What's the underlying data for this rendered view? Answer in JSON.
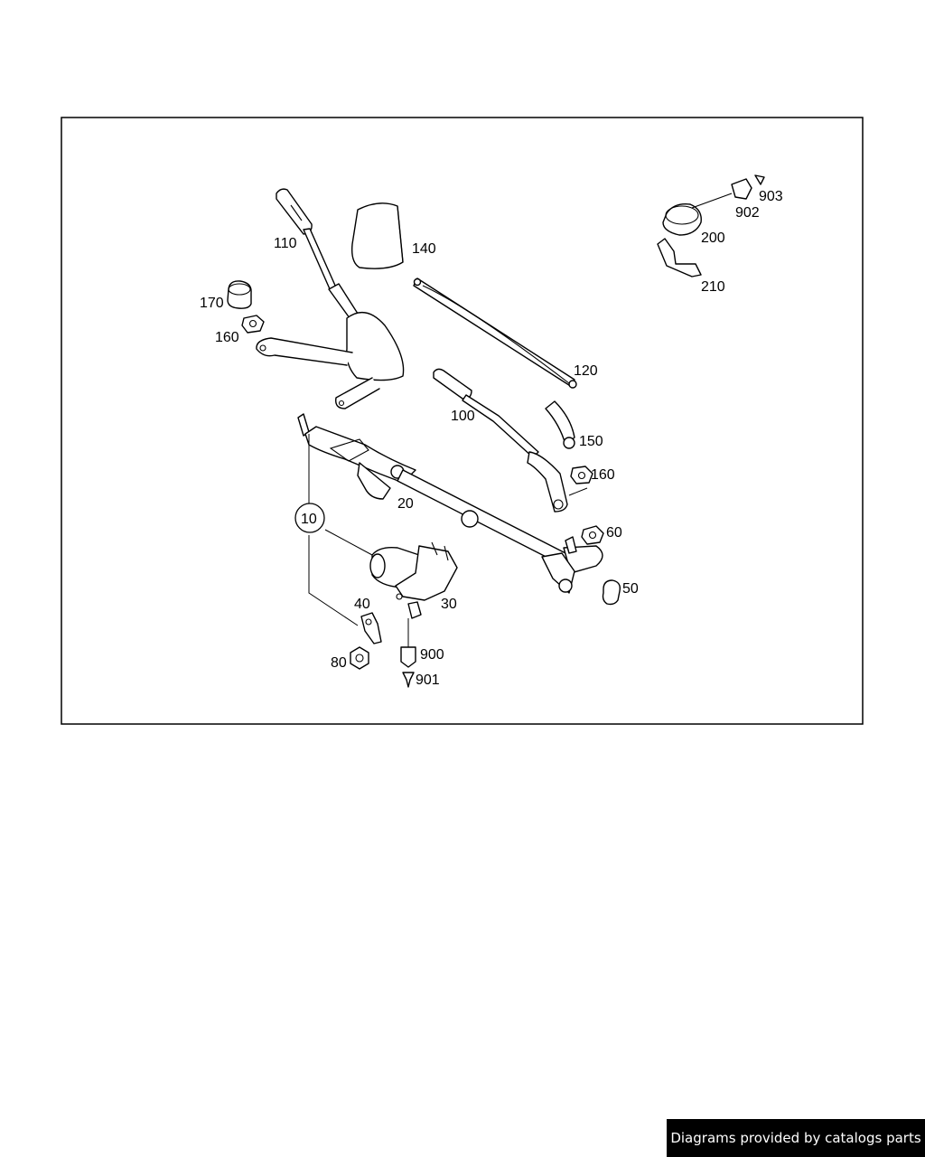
{
  "diagram": {
    "callouts": {
      "c10": "10",
      "c20": "20",
      "c30": "30",
      "c40": "40",
      "c50": "50",
      "c60": "60",
      "c80": "80",
      "c100": "100",
      "c110": "110",
      "c120": "120",
      "c140": "140",
      "c150": "150",
      "c160a": "160",
      "c160b": "160",
      "c170": "170",
      "c200": "200",
      "c210": "210",
      "c900": "900",
      "c901": "901",
      "c902": "902",
      "c903": "903"
    }
  },
  "footer": {
    "credit": "Diagrams provided by catalogs parts"
  },
  "colors": {
    "line": "#000000",
    "background": "#ffffff",
    "credit_bg": "#000000",
    "credit_text": "#ffffff"
  }
}
